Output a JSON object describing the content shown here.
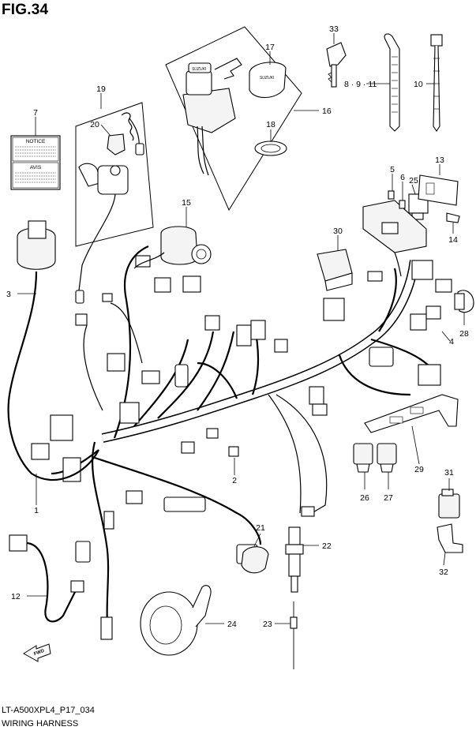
{
  "figure": {
    "title": "FIG.34",
    "model_code": "LT-A500XPL4_P17_034",
    "name": "WIRING HARNESS"
  },
  "label_7": {
    "line1": "NOTICE",
    "line2": "AVIS"
  },
  "fwd_arrow": "FWD",
  "callouts": {
    "c1": "1",
    "c2": "2",
    "c3": "3",
    "c4": "4",
    "c5": "5",
    "c6": "6",
    "c7": "7",
    "c8_9_11": "8 · 9 · 11",
    "c10": "10",
    "c12": "12",
    "c13": "13",
    "c14": "14",
    "c15": "15",
    "c16": "16",
    "c17": "17",
    "c18": "18",
    "c19": "19",
    "c20": "20",
    "c21": "21",
    "c22": "22",
    "c23": "23",
    "c24": "24",
    "c25": "25",
    "c26": "26",
    "c27": "27",
    "c28": "28",
    "c29": "29",
    "c30": "30",
    "c31": "31",
    "c32": "32",
    "c33": "33"
  }
}
